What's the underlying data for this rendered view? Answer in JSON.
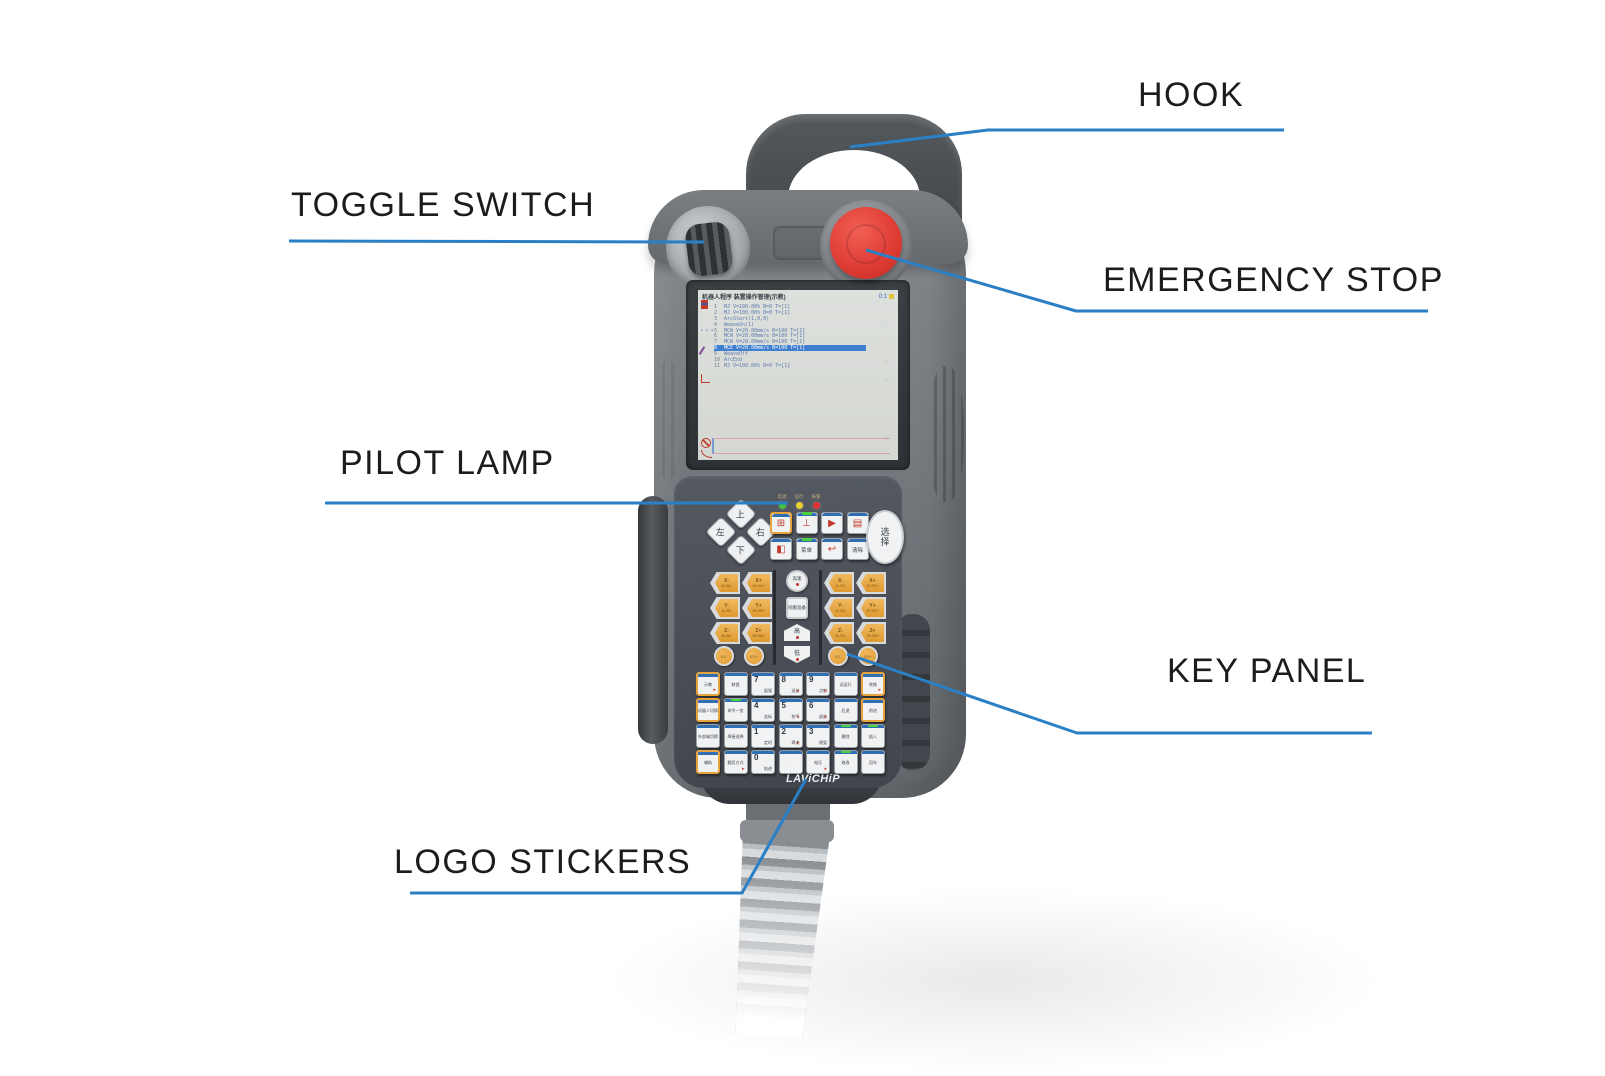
{
  "annotations": {
    "hook": "HOOK",
    "toggle_switch": "TOGGLE SWITCH",
    "emergency_stop": "EMERGENCY STOP",
    "pilot_lamp": "PILOT LAMP",
    "key_panel": "KEY PANEL",
    "logo_stickers": "LOGO STICKERS"
  },
  "colors": {
    "annotation_line": "#2b7fc4",
    "estop_red": "#dd3a32",
    "key_orange": "#e6a33e",
    "panel_dark": "#4a4f58",
    "lamp_green": "#3fc43c",
    "lamp_yellow": "#e8d22f",
    "lamp_red": "#e03030",
    "highlight_row": "#3f7fd0"
  },
  "device": {
    "brand": "LAViCHiP",
    "screen": {
      "title": "机器人程序 装置操作管理(示教)",
      "status": "0:1",
      "program": [
        {
          "no": "1",
          "text": "MJ V=100.00% B=0 T=[1]",
          "hl": false
        },
        {
          "no": "2",
          "text": "MJ V=100.00% B=0 T=[1]",
          "hl": false
        },
        {
          "no": "3",
          "text": "ArcStart(1,0,0)",
          "hl": false
        },
        {
          "no": "4",
          "text": "WeaveOn(1)",
          "hl": false
        },
        {
          "no": "5",
          "text": "MCW V=20.00mm/s B=100 T=[1]",
          "hl": false
        },
        {
          "no": "6",
          "text": "MCW V=20.00mm/s B=100 T=[1]",
          "hl": false
        },
        {
          "no": "7",
          "text": "MCW V=20.00mm/s B=100 T=[1]",
          "hl": false
        },
        {
          "no": "8",
          "text": "MCE V=20.00mm/s B=100 T=[1]",
          "hl": true
        },
        {
          "no": "9",
          "text": "WeaveOff",
          "hl": false
        },
        {
          "no": "10",
          "text": "ArcEnd",
          "hl": false
        },
        {
          "no": "11",
          "text": "MJ V=100.00% B=0 T=[1]",
          "hl": false
        }
      ],
      "side_icons": [
        "robot-icon",
        "dots-icon",
        "torch-icon",
        "axes-icon",
        "no-entry-icon",
        "prohibit-icon",
        "curve-icon"
      ],
      "right_glyphs": [
        {
          "g": "×",
          "c": "#d088a0"
        },
        {
          "g": "~",
          "c": "#7aa8cc"
        },
        {
          "g": "≈",
          "c": "#c8b05a"
        },
        {
          "g": "△",
          "c": "#d088a0"
        },
        {
          "g": "×",
          "c": "#7aa8cc"
        },
        {
          "g": "~",
          "c": "#c8b05a"
        },
        {
          "g": "≈",
          "c": "#d088a0"
        },
        {
          "g": "△",
          "c": "#7aa8cc"
        }
      ]
    },
    "pilot_lamps": [
      {
        "label": "电源",
        "color": "#3fc43c"
      },
      {
        "label": "运行",
        "color": "#e8d22f"
      },
      {
        "label": "报警",
        "color": "#e03030"
      }
    ],
    "arrows": {
      "up": "上",
      "down": "下",
      "left": "左",
      "right": "右"
    },
    "select_key": "选择",
    "fn_keys": [
      {
        "icon": "⊞",
        "label": "",
        "orange": true,
        "led": false
      },
      {
        "icon": "⊥",
        "label": "",
        "orange": false,
        "led": true
      },
      {
        "icon": "▶",
        "label": "",
        "orange": false,
        "led": false
      },
      {
        "icon": "▤",
        "label": "",
        "orange": false,
        "led": false
      },
      {
        "icon": "◧",
        "label": "",
        "orange": false,
        "led": false
      },
      {
        "icon": "",
        "label": "菜单",
        "orange": false,
        "led": true
      },
      {
        "icon": "↩",
        "label": "",
        "orange": false,
        "led": false
      },
      {
        "icon": "",
        "label": "清除",
        "orange": false,
        "led": false
      }
    ],
    "center_keys": {
      "speed": "高速",
      "servo": "伺服准备",
      "high": "高",
      "low": "低"
    },
    "jog_left": [
      {
        "a": "X-",
        "b": "J4-/S4-"
      },
      {
        "a": "X+",
        "b": "J4+/S4+"
      },
      {
        "a": "Y-",
        "b": "J5-/S5-"
      },
      {
        "a": "Y+",
        "b": "J5+/S5+"
      },
      {
        "a": "Z-",
        "b": "J6-/S6-"
      },
      {
        "a": "Z+",
        "b": "J6+/S6+"
      }
    ],
    "jog_left_round": [
      "E1-",
      "E1+"
    ],
    "jog_right": [
      {
        "a": "X-",
        "b": "J1-/S1-"
      },
      {
        "a": "X+",
        "b": "J1+/S1+"
      },
      {
        "a": "Y-",
        "b": "J2-/S2-"
      },
      {
        "a": "Y+",
        "b": "J2+/S2+"
      },
      {
        "a": "Z-",
        "b": "J3-/S3-"
      },
      {
        "a": "Z+",
        "b": "J3+/S3+"
      }
    ],
    "jog_right_round": [
      "E2-",
      "E2+"
    ],
    "key_grid": [
      [
        {
          "label": "示教",
          "orange": true,
          "mark": true
        },
        {
          "label": "联锁"
        },
        {
          "num": "7",
          "label": "起弧"
        },
        {
          "num": "8",
          "label": "送丝",
          "mark": true
        },
        {
          "num": "9",
          "label": "点射",
          "mark": true
        },
        {
          "label": "试运行"
        },
        {
          "label": "转换",
          "orange": true,
          "mark": true
        }
      ],
      [
        {
          "label": "机器人切换",
          "orange": true
        },
        {
          "label": "命令一览",
          "led": true
        },
        {
          "num": "4",
          "label": "坐标"
        },
        {
          "num": "5",
          "label": "检气",
          "mark": true
        },
        {
          "num": "6",
          "label": "退丝",
          "mark": true
        },
        {
          "label": "后退"
        },
        {
          "label": "前进",
          "orange": true
        }
      ],
      [
        {
          "label": "外部轴切换"
        },
        {
          "label": "焊接选择"
        },
        {
          "num": "1",
          "label": "定时"
        },
        {
          "num": "2",
          "label": "焊点",
          "mark": true
        },
        {
          "num": "3",
          "label": "熄弧"
        },
        {
          "label": "删除",
          "led": true
        },
        {
          "label": "插入",
          "led": true
        }
      ],
      [
        {
          "label": "辅助",
          "orange": true
        },
        {
          "label": "翻页方式",
          "mark": true
        },
        {
          "num": "0",
          "label": "轨迹"
        },
        {
          "label": "."
        },
        {
          "label": "电压",
          "mark": true
        },
        {
          "label": "修改",
          "led": true
        },
        {
          "label": "回车"
        }
      ]
    ]
  }
}
